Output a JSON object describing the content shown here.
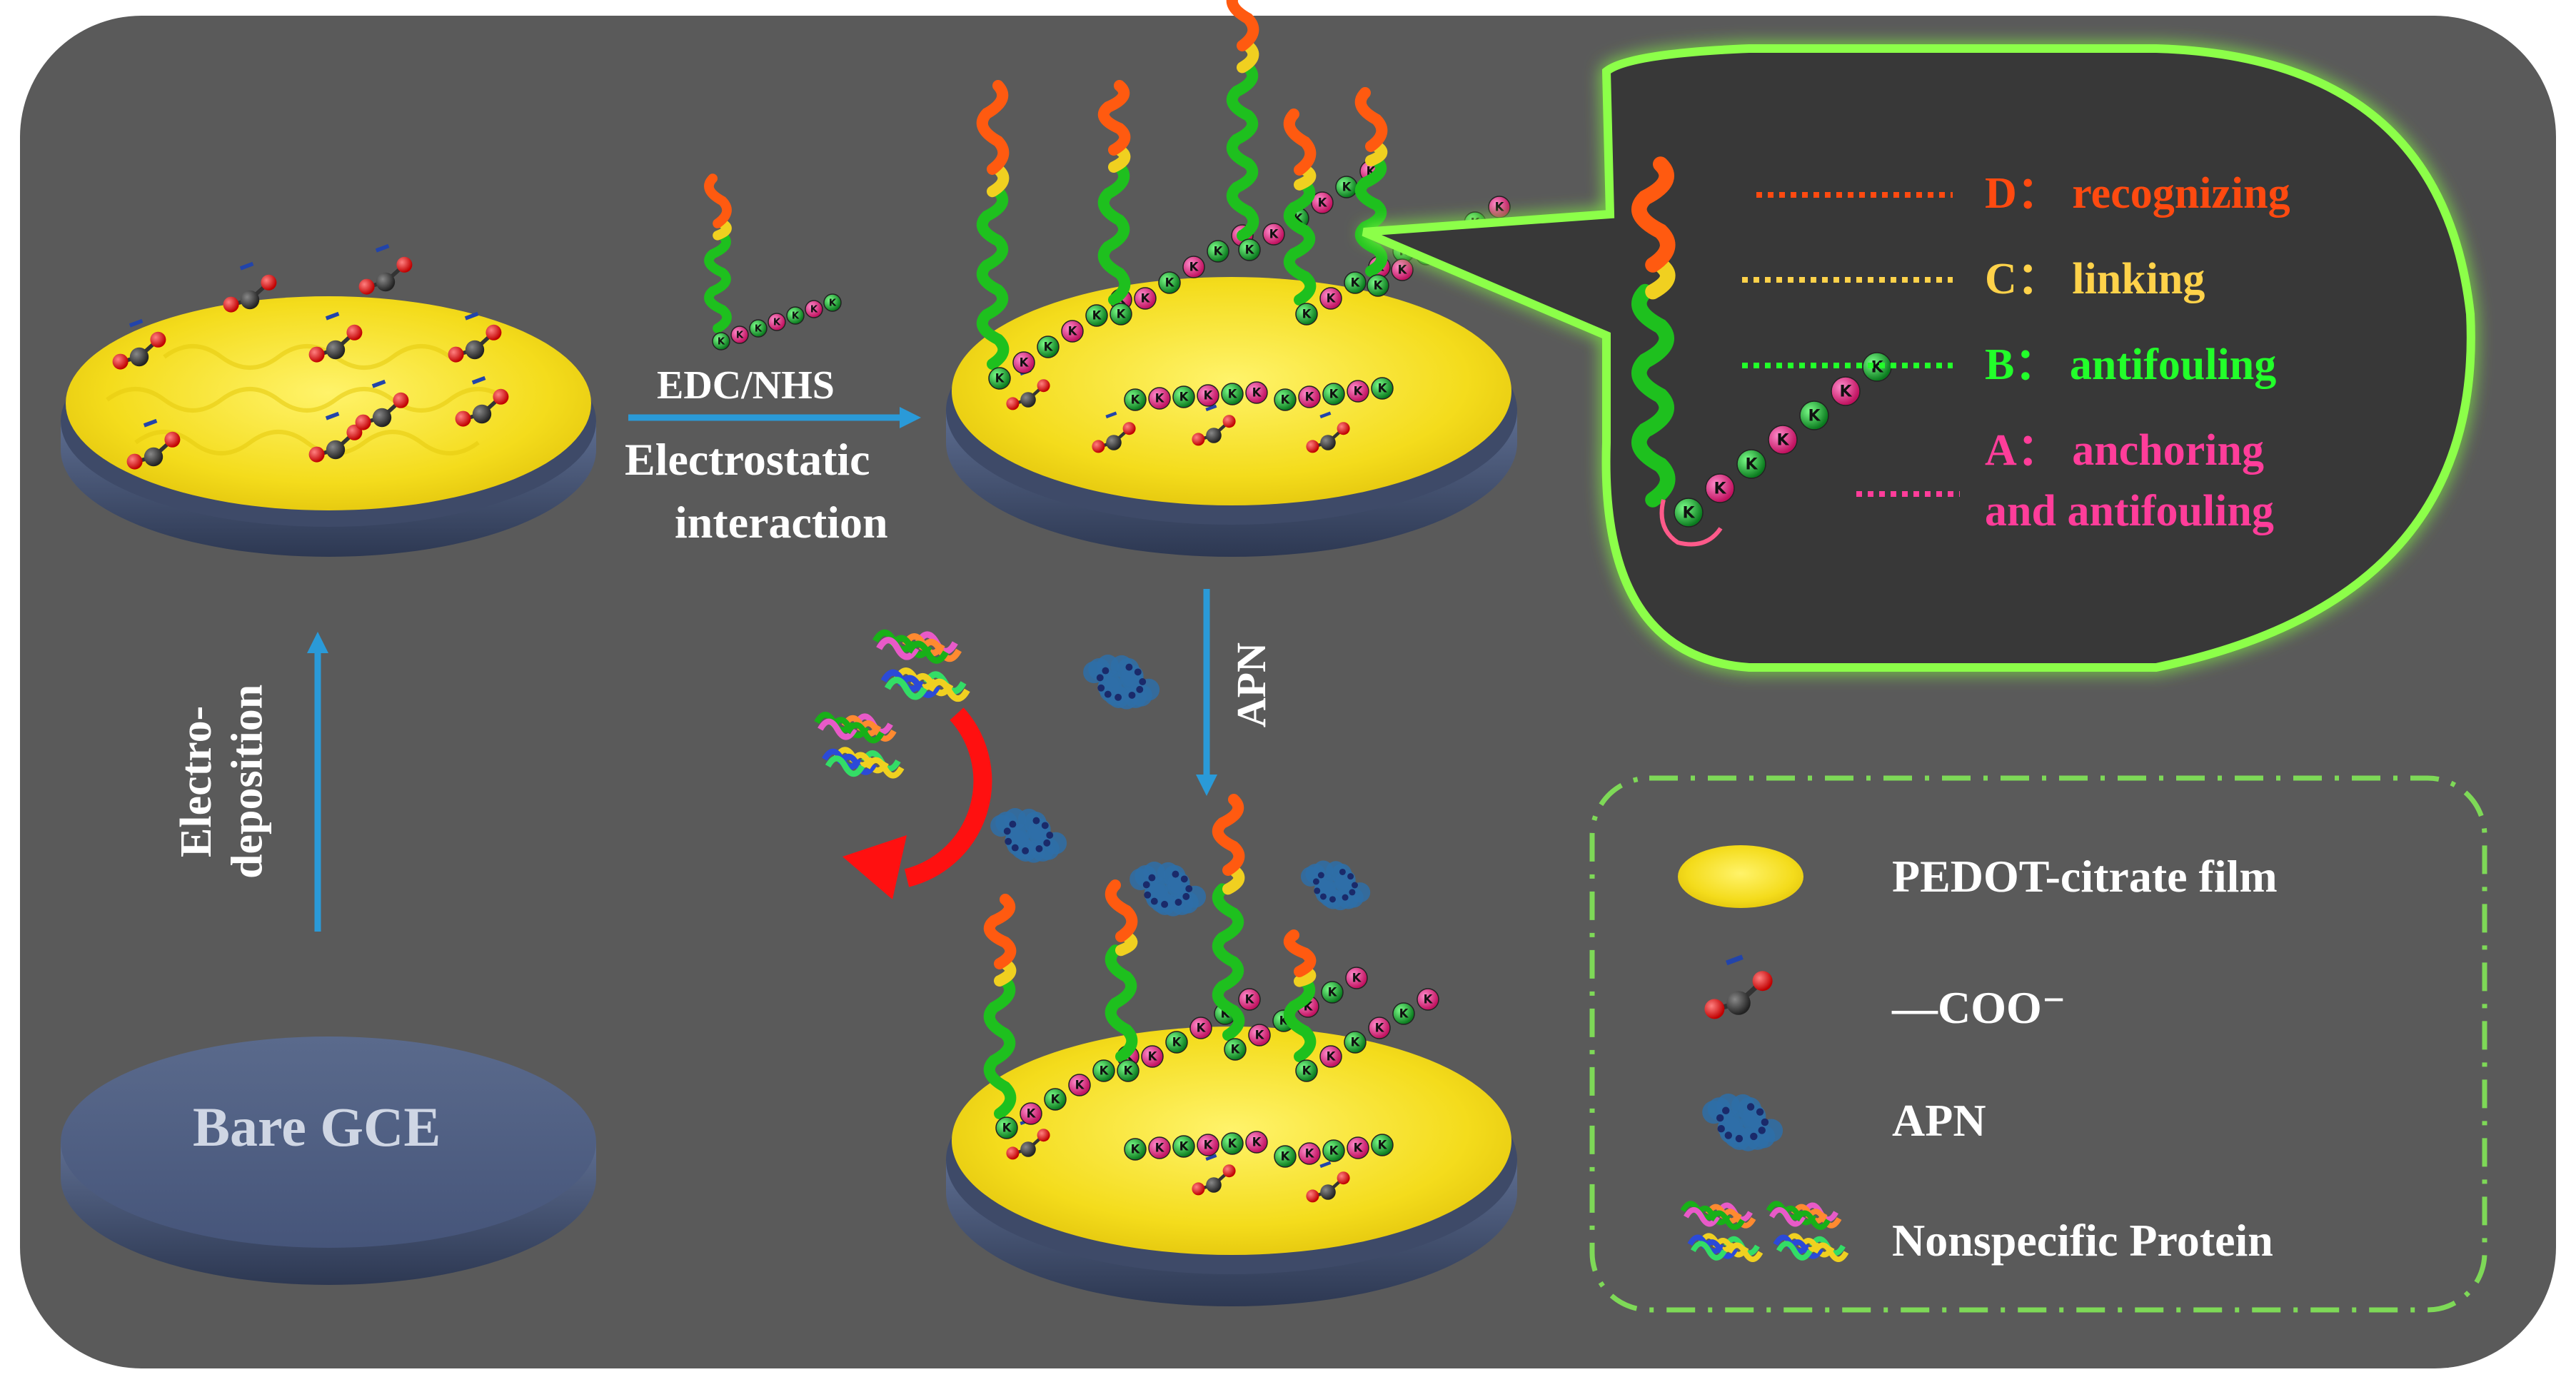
{
  "steps": {
    "bare_electrode": "Bare GCE",
    "step1_label_line1": "Electro-",
    "step1_label_line2": "deposition",
    "step2_reagent": "EDC/NHS",
    "step2_label_line1": "Electrostatic",
    "step2_label_line2": "interaction",
    "step3_label": "APN"
  },
  "callout": {
    "items": [
      {
        "label": "D： recognizing",
        "color": "#ff4a10"
      },
      {
        "label": "C： linking",
        "color": "#ffd24a"
      },
      {
        "label": "B： antifouling",
        "color": "#22ff2a"
      },
      {
        "label_line1": "A： anchoring",
        "label_line2": "and antifouling",
        "color": "#ff3d9a"
      }
    ],
    "residue_letter": "K"
  },
  "legend": {
    "items": [
      {
        "icon": "pedot-film-icon",
        "label": "PEDOT-citrate film"
      },
      {
        "icon": "carboxylate-icon",
        "label": "—COO⁻"
      },
      {
        "icon": "apn-protein-icon",
        "label": "APN"
      },
      {
        "icon": "nonspecific-protein-icon",
        "label": "Nonspecific Protein"
      }
    ]
  },
  "colors": {
    "background_panel": "#5a5a5a",
    "film": "#f5e020",
    "electrode": "#4b5b7c",
    "arrow": "#2a9ad8",
    "callout_glow": "#8cff4a",
    "red_arrow": "#ff1010",
    "legend_border": "#7ed957"
  }
}
